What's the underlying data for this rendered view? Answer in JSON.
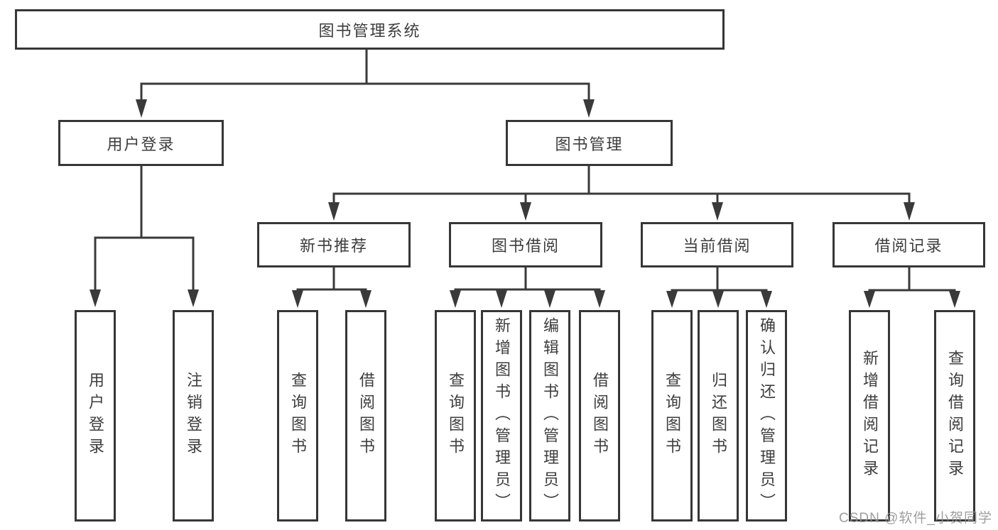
{
  "diagram": {
    "title": "图书管理系统",
    "level2": {
      "user_login": "用户登录",
      "book_mgmt": "图书管理"
    },
    "level3": {
      "new_book": "新书推荐",
      "book_borrow": "图书借阅",
      "current_borrow": "当前借阅",
      "borrow_record": "借阅记录"
    },
    "leaves": {
      "user_login": "用户登录",
      "logout": "注销登录",
      "nb_query_book": "查询图书",
      "nb_borrow_book": "借阅图书",
      "bb_query_book": "查询图书",
      "bb_add_book": "新增图书（管理员）",
      "bb_edit_book": "编辑图书（管理员）",
      "bb_borrow_book": "借阅图书",
      "cb_query_book": "查询图书",
      "cb_return_book": "归还图书",
      "cb_confirm_return": "确认归还（管理员）",
      "br_add_record": "新增借阅记录",
      "br_query_record": "查询借阅记录"
    }
  },
  "watermark": "CSDN @软件_小贺同学",
  "colors": {
    "line": "#3a3a3a",
    "text": "#3d3d3d",
    "watermark": "#949494",
    "background": "#ffffff"
  }
}
